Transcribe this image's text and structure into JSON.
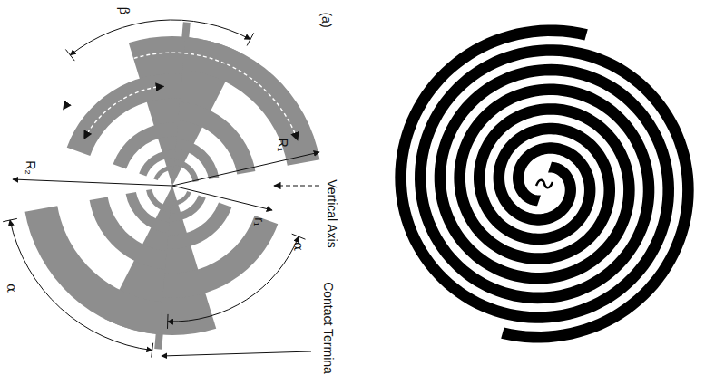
{
  "diagram": {
    "labels": [
      "(a)",
      "β",
      "α",
      "α",
      "R₁",
      "R₂",
      "r₁",
      "Vertical Axis",
      "Contact Termina"
    ]
  }
}
